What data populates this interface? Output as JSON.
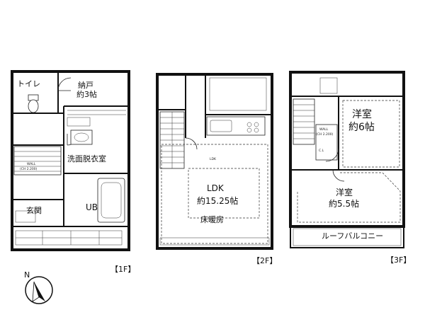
{
  "floors": [
    {
      "id": "1f",
      "label": "【1F】",
      "rooms": [
        {
          "key": "toilet",
          "name": "トイレ",
          "area": ""
        },
        {
          "key": "storage",
          "name": "納戸",
          "area": "約3帖"
        },
        {
          "key": "washroom",
          "name": "洗面脱衣室",
          "area": ""
        },
        {
          "key": "entrance",
          "name": "玄関",
          "area": ""
        },
        {
          "key": "unit-bath",
          "name": "UB",
          "area": ""
        }
      ]
    },
    {
      "id": "2f",
      "label": "【2F】",
      "rooms": [
        {
          "key": "ldk",
          "name": "LDK",
          "area": "約15.25帖"
        },
        {
          "key": "floor-heating",
          "name": "床暖房",
          "area": ""
        }
      ]
    },
    {
      "id": "3f",
      "label": "【3F】",
      "rooms": [
        {
          "key": "western-room-a",
          "name": "洋室",
          "area": "約6帖"
        },
        {
          "key": "western-room-b",
          "name": "洋室",
          "area": "約5.5帖"
        },
        {
          "key": "roof-balcony",
          "name": "ルーフバルコニー",
          "area": ""
        }
      ]
    }
  ],
  "compass": {
    "label": "N"
  },
  "notes": {
    "wall_1f": "WALL",
    "closet_1f": "(CH 2.200)",
    "ldk_note": "LDK",
    "wall_3f": "WALL",
    "closet_3f": "(CH 2.200)",
    "cl_3f": "C.L"
  }
}
